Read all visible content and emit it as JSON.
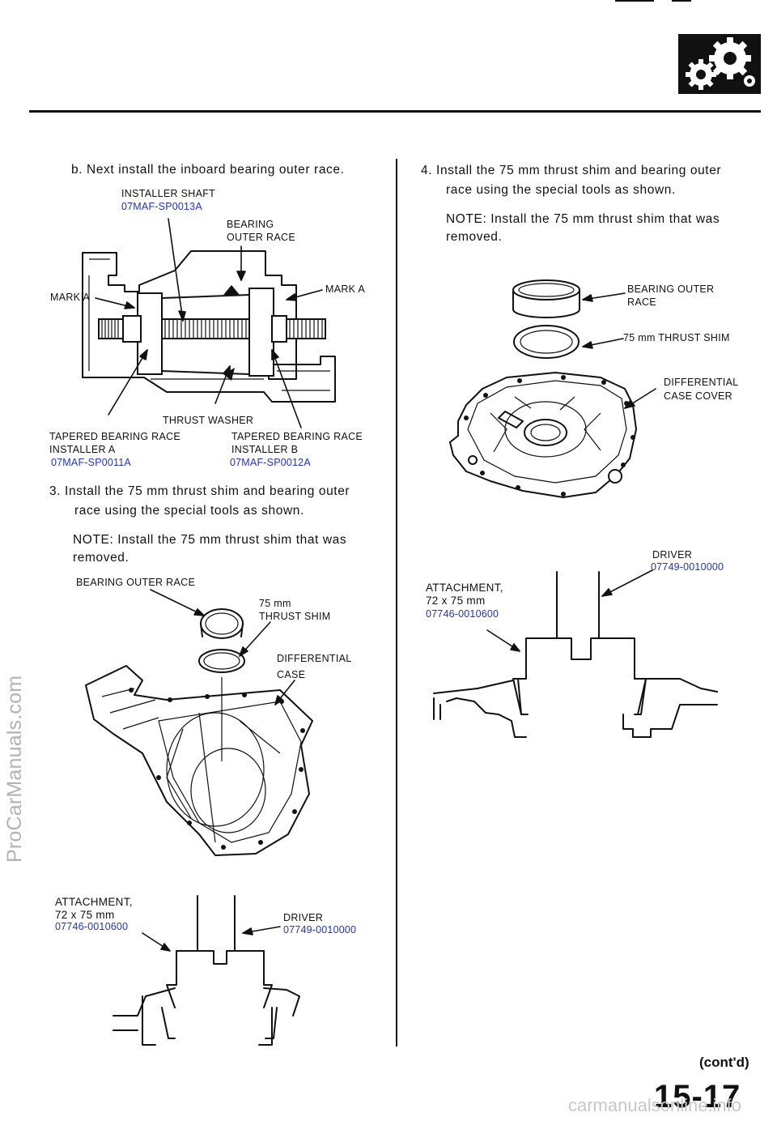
{
  "side_watermark": "ProCarManuals.com",
  "footer_watermark": "carmanualsonline.info",
  "page_number": "15-17",
  "contd": "(cont'd)",
  "left": {
    "step_b": "b. Next install the inboard bearing outer race.",
    "fig1": {
      "installer_shaft": "INSTALLER SHAFT",
      "installer_shaft_code": "07MAF-SP0013A",
      "bearing_outer_race_1": "BEARING",
      "bearing_outer_race_2": "OUTER RACE",
      "mark_a_left": "MARK A",
      "mark_a_right": "MARK A",
      "thrust_washer": "THRUST WASHER",
      "installer_a_1": "TAPERED BEARING RACE",
      "installer_a_2": "INSTALLER A",
      "installer_a_code": "07MAF-SP0011A",
      "installer_b_1": "TAPERED BEARING RACE",
      "installer_b_2": "INSTALLER B",
      "installer_b_code": "07MAF-SP0012A"
    },
    "step3_line1": "3.   Install the 75 mm thrust shim and bearing outer",
    "step3_line2": "race using the special tools as shown.",
    "note_line1": "NOTE: Install the 75 mm thrust shim that was",
    "note_line2": "removed.",
    "fig2": {
      "bearing_outer_race": "BEARING OUTER RACE",
      "thrust_shim_1": "75 mm",
      "thrust_shim_2": "THRUST SHIM",
      "diff_case_1": "DIFFERENTIAL",
      "diff_case_2": "CASE"
    },
    "fig3": {
      "attachment_1": "ATTACHMENT,",
      "attachment_2": "72 x 75 mm",
      "attachment_code": "07746-0010600",
      "driver": "DRIVER",
      "driver_code": "07749-0010000"
    }
  },
  "right": {
    "step4_line1": "4.   Install the 75 mm thrust shim and bearing outer",
    "step4_line2": "race using the special tools as shown.",
    "note_line1": "NOTE: Install the 75 mm thrust shim that was",
    "note_line2": "removed.",
    "fig4": {
      "bearing_outer_race_1": "BEARING OUTER",
      "bearing_outer_race_2": "RACE",
      "thrust_shim": "75 mm THRUST SHIM",
      "diff_cover_1": "DIFFERENTIAL",
      "diff_cover_2": "CASE COVER"
    },
    "fig5": {
      "driver": "DRIVER",
      "driver_code": "07749-0010000",
      "attachment_1": "ATTACHMENT,",
      "attachment_2": "72 x 75 mm",
      "attachment_code": "07746-0010600"
    }
  }
}
